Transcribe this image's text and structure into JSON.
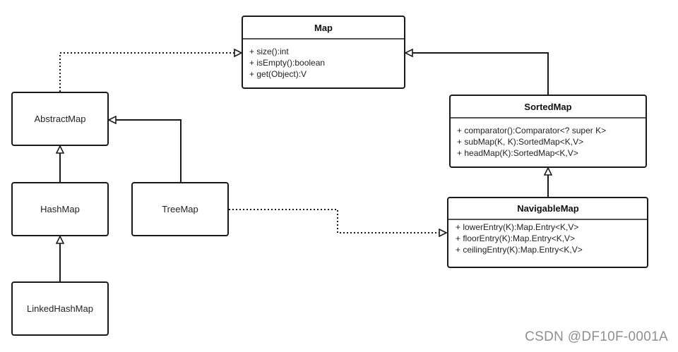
{
  "classes": {
    "map": {
      "name": "Map",
      "members": [
        "+ size():int",
        "+ isEmpty():boolean",
        "+ get(Object):V"
      ]
    },
    "sortedmap": {
      "name": "SortedMap",
      "members": [
        "+ comparator():Comparator<? super K>",
        "+ subMap(K, K):SortedMap<K,V>",
        "+ headMap(K):SortedMap<K,V>"
      ]
    },
    "navigablemap": {
      "name": "NavigableMap",
      "members": [
        "+ lowerEntry(K):Map.Entry<K,V>",
        "+ floorEntry(K):Map.Entry<K,V>",
        "+ ceilingEntry(K):Map.Entry<K,V>"
      ]
    },
    "abstractmap": {
      "name": "AbstractMap"
    },
    "hashmap": {
      "name": "HashMap"
    },
    "treemap": {
      "name": "TreeMap"
    },
    "linkedhashmap": {
      "name": "LinkedHashMap"
    }
  },
  "relations": [
    {
      "from": "AbstractMap",
      "to": "Map",
      "kind": "realization"
    },
    {
      "from": "SortedMap",
      "to": "Map",
      "kind": "generalization"
    },
    {
      "from": "NavigableMap",
      "to": "SortedMap",
      "kind": "generalization"
    },
    {
      "from": "HashMap",
      "to": "AbstractMap",
      "kind": "generalization"
    },
    {
      "from": "TreeMap",
      "to": "AbstractMap",
      "kind": "generalization"
    },
    {
      "from": "LinkedHashMap",
      "to": "HashMap",
      "kind": "generalization"
    },
    {
      "from": "TreeMap",
      "to": "NavigableMap",
      "kind": "realization"
    }
  ],
  "watermark": "CSDN @DF10F-0001A"
}
